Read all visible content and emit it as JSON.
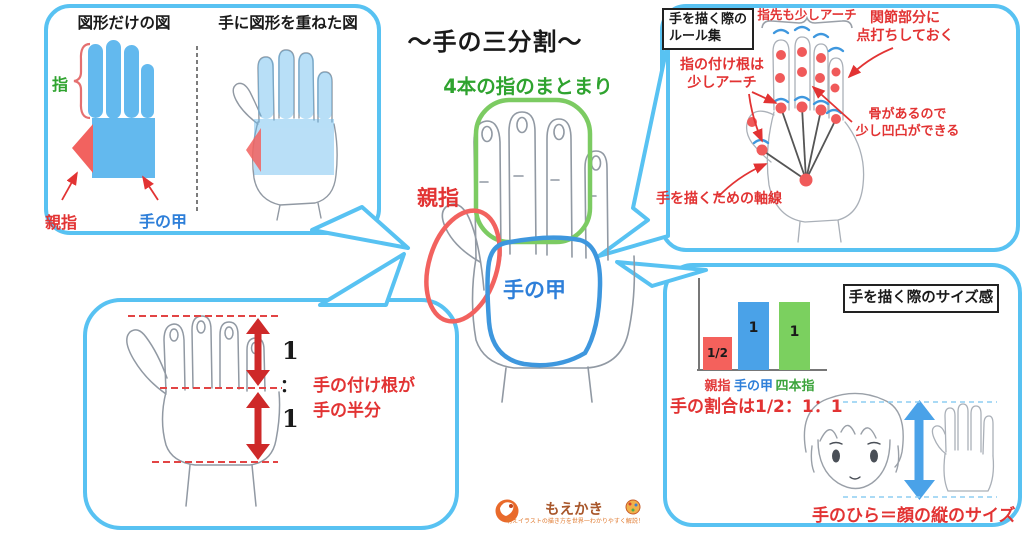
{
  "main_title": "～手の三分割～",
  "center_hand": {
    "fingers_group_label": "4本の指のまとまり",
    "thumb_label": "親指",
    "back_label": "手の甲"
  },
  "shapes_panel": {
    "left_title": "図形だけの図",
    "right_title": "手に図形を重ねた図",
    "finger_label": "指",
    "thumb_label": "親指",
    "back_label": "手の甲"
  },
  "rules_panel": {
    "title_lines": [
      "手を描く際の",
      "ルール集"
    ],
    "fingertip_arch": "指先も少しアーチ",
    "joint_dots_lines": [
      "関節部分に",
      "点打ちしておく"
    ],
    "finger_base_lines": [
      "指の付け根は",
      "少しアーチ"
    ],
    "bone_lines": [
      "骨があるので",
      "少し凹凸ができる"
    ],
    "axis_label": "手を描くための軸線"
  },
  "ratio_panel": {
    "upper_value": "1",
    "colon": "：",
    "lower_value": "1",
    "note_lines": [
      "手の付け根が",
      "手の半分"
    ]
  },
  "size_panel": {
    "title": "手を描く際のサイズ感",
    "ratio_text": "手の割合は1/2：1：1",
    "palm_face_text": "手のひら＝顔の縦のサイズ"
  },
  "chart_data": {
    "type": "bar",
    "categories": [
      "親指",
      "手の甲",
      "四本指"
    ],
    "values": [
      0.5,
      1,
      1
    ],
    "bar_labels": [
      "1/2",
      "1",
      "1"
    ],
    "bar_colors": [
      "#f4615c",
      "#4aa2e8",
      "#7bd05f"
    ],
    "category_colors": [
      "#e23b3b",
      "#2e7fd9",
      "#3ca43c"
    ],
    "title": "手を描く際のサイズ感",
    "xlabel": "",
    "ylabel": "",
    "ylim": [
      0,
      1.2
    ],
    "grid": false,
    "legend": "none",
    "annotation": "手の割合は1/2：1：1"
  },
  "logo": {
    "name": "もえかき",
    "tagline": "萌えイラストの描き方を世界一わかりやすく解説！"
  },
  "colors": {
    "bubble_border": "#58c2f2",
    "shape_blue": "#63b9ee",
    "shape_red": "#f2625f",
    "outline_green": "#7ccb62",
    "outline_red": "#f2625f",
    "outline_blue": "#3e97de",
    "text_green": "#2fa32f",
    "text_red": "#e23333",
    "text_blue": "#2e7fd9",
    "arrow_red": "#ce2929",
    "arrow_blue": "#4aa2e8",
    "sketch_gray": "#9199a3"
  }
}
